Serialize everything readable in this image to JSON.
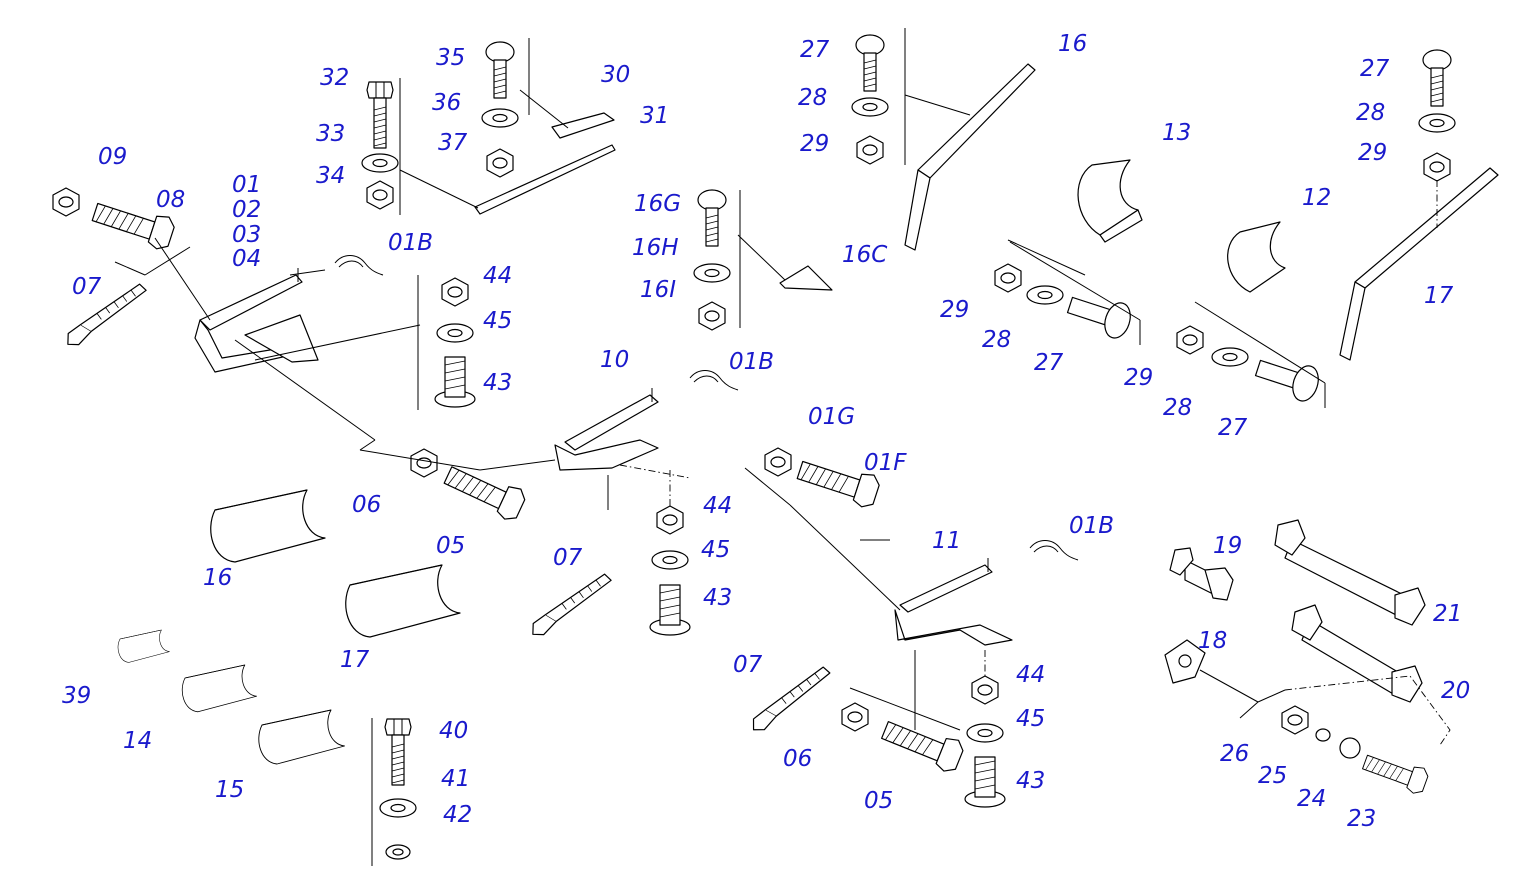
{
  "callouts": [
    {
      "id": "c-09",
      "text": "09"
    },
    {
      "id": "c-08",
      "text": "08"
    },
    {
      "id": "c-01",
      "text": "01"
    },
    {
      "id": "c-02",
      "text": "02"
    },
    {
      "id": "c-03",
      "text": "03"
    },
    {
      "id": "c-04",
      "text": "04"
    },
    {
      "id": "c-07a",
      "text": "07"
    },
    {
      "id": "c-01Ba",
      "text": "01B"
    },
    {
      "id": "c-32",
      "text": "32"
    },
    {
      "id": "c-33",
      "text": "33"
    },
    {
      "id": "c-34",
      "text": "34"
    },
    {
      "id": "c-35",
      "text": "35"
    },
    {
      "id": "c-36",
      "text": "36"
    },
    {
      "id": "c-37",
      "text": "37"
    },
    {
      "id": "c-30",
      "text": "30"
    },
    {
      "id": "c-31",
      "text": "31"
    },
    {
      "id": "c-44a",
      "text": "44"
    },
    {
      "id": "c-45a",
      "text": "45"
    },
    {
      "id": "c-43a",
      "text": "43"
    },
    {
      "id": "c-16G",
      "text": "16G"
    },
    {
      "id": "c-16H",
      "text": "16H"
    },
    {
      "id": "c-16I",
      "text": "16I"
    },
    {
      "id": "c-16C",
      "text": "16C"
    },
    {
      "id": "c-27a",
      "text": "27"
    },
    {
      "id": "c-28a",
      "text": "28"
    },
    {
      "id": "c-29a",
      "text": "29"
    },
    {
      "id": "c-16a",
      "text": "16"
    },
    {
      "id": "c-13",
      "text": "13"
    },
    {
      "id": "c-29b",
      "text": "29"
    },
    {
      "id": "c-28b",
      "text": "28"
    },
    {
      "id": "c-27b",
      "text": "27"
    },
    {
      "id": "c-12",
      "text": "12"
    },
    {
      "id": "c-29c",
      "text": "29"
    },
    {
      "id": "c-28c",
      "text": "28"
    },
    {
      "id": "c-27c",
      "text": "27"
    },
    {
      "id": "c-27d",
      "text": "27"
    },
    {
      "id": "c-28d",
      "text": "28"
    },
    {
      "id": "c-29d",
      "text": "29"
    },
    {
      "id": "c-17a",
      "text": "17"
    },
    {
      "id": "c-10",
      "text": "10"
    },
    {
      "id": "c-01Bb",
      "text": "01B"
    },
    {
      "id": "c-01G",
      "text": "01G"
    },
    {
      "id": "c-01F",
      "text": "01F"
    },
    {
      "id": "c-06a",
      "text": "06"
    },
    {
      "id": "c-05a",
      "text": "05"
    },
    {
      "id": "c-16b",
      "text": "16"
    },
    {
      "id": "c-17b",
      "text": "17"
    },
    {
      "id": "c-44b",
      "text": "44"
    },
    {
      "id": "c-45b",
      "text": "45"
    },
    {
      "id": "c-43b",
      "text": "43"
    },
    {
      "id": "c-07b",
      "text": "07"
    },
    {
      "id": "c-11",
      "text": "11"
    },
    {
      "id": "c-01Bc",
      "text": "01B"
    },
    {
      "id": "c-19",
      "text": "19"
    },
    {
      "id": "c-21",
      "text": "21"
    },
    {
      "id": "c-18",
      "text": "18"
    },
    {
      "id": "c-20",
      "text": "20"
    },
    {
      "id": "c-39",
      "text": "39"
    },
    {
      "id": "c-14",
      "text": "14"
    },
    {
      "id": "c-15",
      "text": "15"
    },
    {
      "id": "c-40",
      "text": "40"
    },
    {
      "id": "c-41",
      "text": "41"
    },
    {
      "id": "c-42",
      "text": "42"
    },
    {
      "id": "c-07c",
      "text": "07"
    },
    {
      "id": "c-06b",
      "text": "06"
    },
    {
      "id": "c-05b",
      "text": "05"
    },
    {
      "id": "c-44c",
      "text": "44"
    },
    {
      "id": "c-45c",
      "text": "45"
    },
    {
      "id": "c-43c",
      "text": "43"
    },
    {
      "id": "c-26",
      "text": "26"
    },
    {
      "id": "c-25",
      "text": "25"
    },
    {
      "id": "c-24",
      "text": "24"
    },
    {
      "id": "c-23",
      "text": "23"
    }
  ]
}
